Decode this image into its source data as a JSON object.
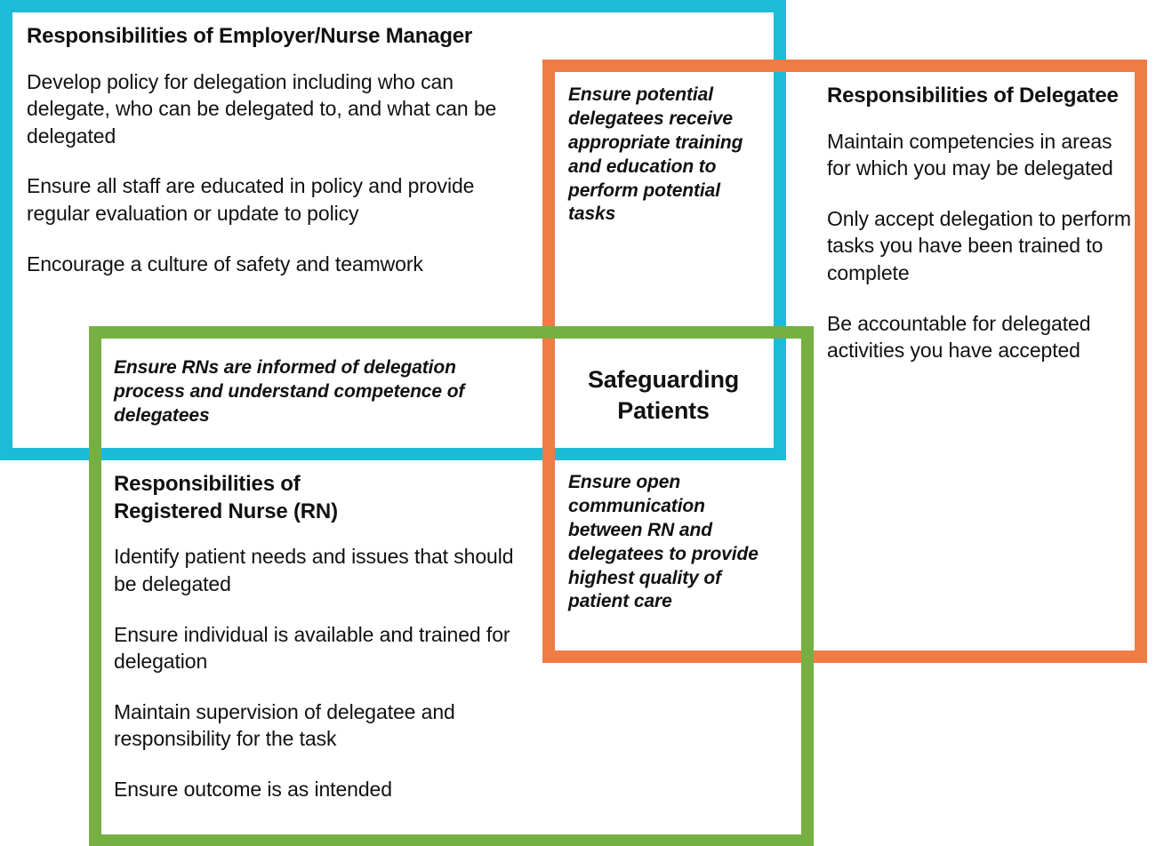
{
  "diagram": {
    "type": "venn-3-rectangles",
    "title_center": "Safeguarding\nPatients",
    "colors": {
      "employer_border": "#1CBCD8",
      "delegatee_border": "#EF7B45",
      "rn_border": "#76B043",
      "text": "#111111",
      "background": "#FFFFFF"
    }
  },
  "employer": {
    "heading": "Responsibilities of Employer/Nurse Manager",
    "items": [
      "Develop policy for delegation including who can delegate, who can be delegated to, and what can be delegated",
      "Ensure all staff are educated in policy and provide regular evaluation or update to policy",
      "Encourage a culture of safety and teamwork"
    ]
  },
  "delegatee": {
    "heading": "Responsibilities of Delegatee",
    "items": [
      "Maintain competencies in areas for which you may be delegated",
      "Only accept delegation to perform tasks you have been trained to complete",
      "Be accountable for delegated activities you have accepted"
    ]
  },
  "registered_nurse": {
    "heading_line1": "Responsibilities of",
    "heading_line2": "Registered Nurse (RN)",
    "heading": "Responsibilities of Registered Nurse (RN)",
    "items": [
      "Identify patient needs and issues that should be delegated",
      "Ensure individual is available and trained for delegation",
      "Maintain supervision of delegatee and responsibility for the task",
      "Ensure outcome is as intended"
    ]
  },
  "overlaps": {
    "employer_delegatee": "Ensure potential delegatees receive appropriate training and education to perform potential tasks",
    "employer_rn": "Ensure RNs are informed of delegation process and understand competence of delegatees",
    "rn_delegatee": "Ensure open communication between RN and delegatees to provide highest quality of patient care",
    "center_line1": "Safeguarding",
    "center_line2": "Patients"
  }
}
